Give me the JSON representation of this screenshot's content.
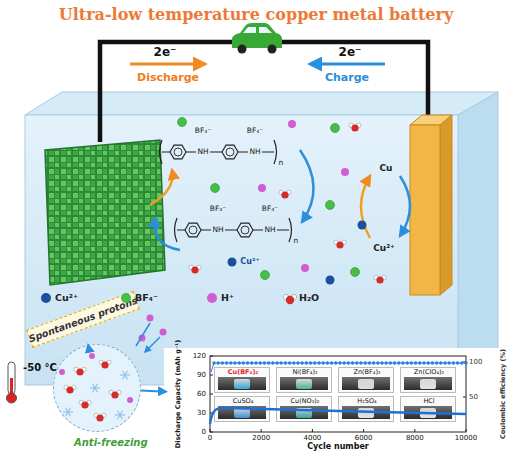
{
  "diagram": {
    "title": "Ultra-low temperature copper metal battery",
    "nodes": [
      {
        "text": [
          "Spontaneous protons"
        ]
      },
      {
        "text": [
          "Anti-freezing"
        ]
      },
      {
        "text": [
          "Discharge Capacity (mAh g⁻¹)",
          "Cycle number",
          "Coulombic efficiency (%)"
        ]
      },
      {
        "text": [
          "Cu(BF₄)₂"
        ],
        "in": 2
      },
      {
        "text": [
          "Ni(BF₄)₂"
        ],
        "in": 2
      },
      {
        "text": [
          "Zn(BF₄)₂"
        ],
        "in": 2
      },
      {
        "text": [
          "Zn(ClO₄)₂"
        ],
        "in": 2
      },
      {
        "text": [
          "CuSO₄"
        ],
        "in": 2
      },
      {
        "text": [
          "Cu(NO₃)₂"
        ],
        "in": 2
      },
      {
        "text": [
          "H₂SO₄"
        ],
        "in": 2
      },
      {
        "text": [
          "HCl"
        ],
        "in": 2
      }
    ],
    "edges": [
      {
        "from": 0,
        "to": 1,
        "arrow": "to"
      },
      {
        "from": 1,
        "to": 2,
        "arrow": "to"
      }
    ],
    "labels": [
      "2e⁻",
      "2e⁻",
      "Discharge",
      "Charge",
      "BF₄⁻",
      "NH",
      "BF₄⁻",
      "NH",
      "n",
      "BF₄⁻",
      "NH",
      "BF₄⁻",
      "NH",
      "n",
      "Cu²⁺",
      "Cu",
      "Cu²⁺",
      "-50 °C",
      "120",
      "90",
      "60",
      "30",
      "0",
      "0",
      "2000",
      "4000",
      "6000",
      "8000",
      "10000",
      "100",
      "50"
    ],
    "legend": [
      {
        "text": "Cu²⁺",
        "color": "#1c4f9e"
      },
      {
        "text": "BF₄⁻",
        "color": "#45bf45"
      },
      {
        "text": "H⁺",
        "color": "#d25cd2"
      },
      {
        "text": "H₂O"
      }
    ]
  }
}
